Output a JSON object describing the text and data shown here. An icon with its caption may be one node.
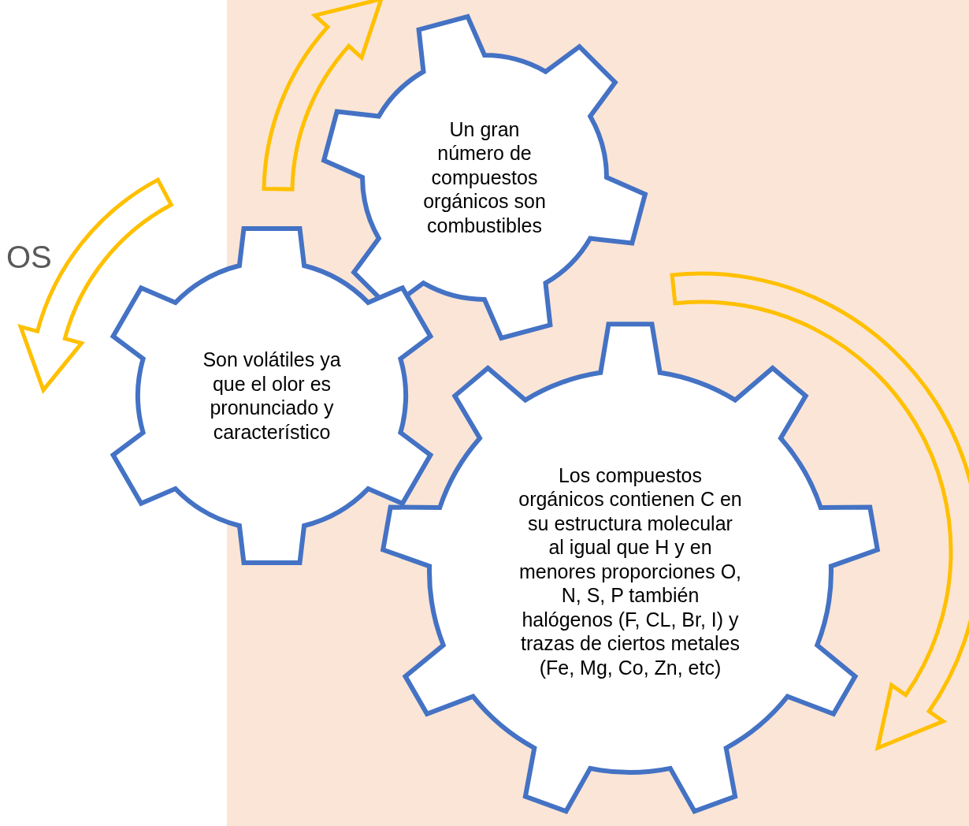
{
  "diagram": {
    "nodes": [
      {
        "text": [
          "Un gran número de compuestos orgánicos son combustibles"
        ]
      },
      {
        "text": [
          "Son volátiles ya que el olor es pronunciado y característico"
        ]
      },
      {
        "text": [
          "Los compuestos orgánicos contienen C en su estructura molecular al igual que H y en menores proporciones O, N, S, P también halógenos (F, CL, Br, I) y trazas de ciertos metales (Fe, Mg, Co, Zn, etc)"
        ]
      }
    ],
    "edges": [
      {
        "from": 1,
        "to": 0,
        "arrow": "to"
      },
      {
        "from": 1,
        "to": null,
        "arrow": "to"
      },
      {
        "from": 0,
        "to": 2,
        "arrow": "to"
      }
    ],
    "labels": [
      "OS"
    ]
  }
}
